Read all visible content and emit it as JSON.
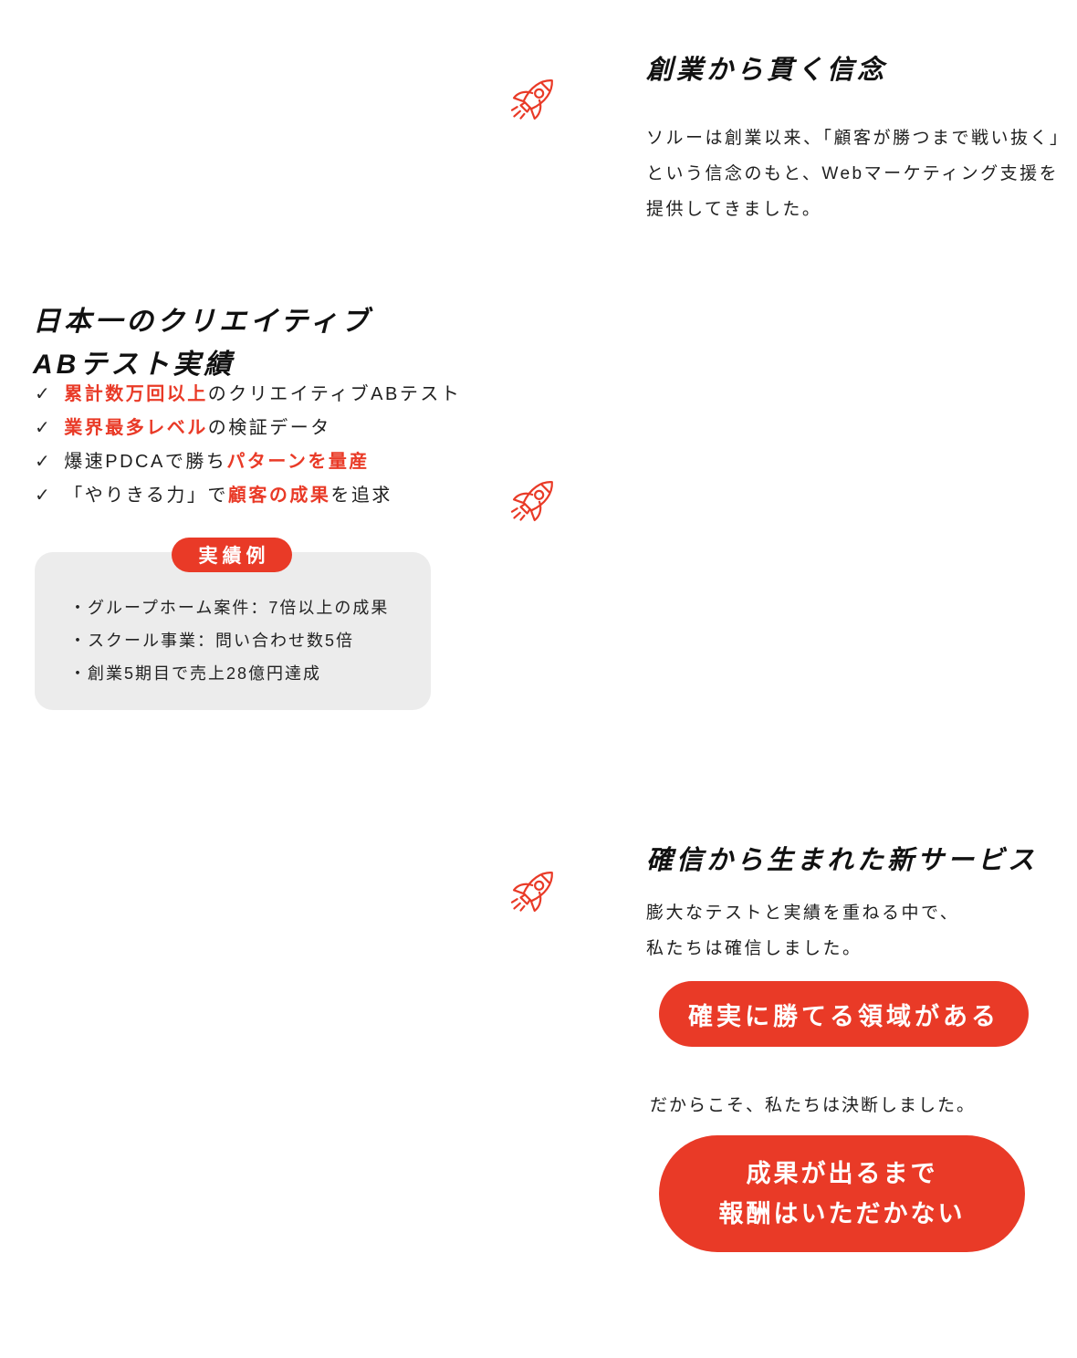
{
  "colors": {
    "accent_red": "#E93A27",
    "text_dark": "#1E1E1E",
    "gray_box": "#ECECEC",
    "white": "#FFFFFF"
  },
  "section_belief": {
    "title": "創業から貫く信念",
    "body": "ソルーは創業以来、「顧客が勝つまで戦い抜く」\nという信念のもと、Webマーケティング支援を\n提供してきました。"
  },
  "section_abtest": {
    "title": "日本一のクリエイティブ\nABテスト実績",
    "checklist": [
      {
        "check": "✓",
        "black1": "",
        "red": "累計数万回以上",
        "black2": "のクリエイティブABテスト"
      },
      {
        "check": "✓",
        "black1": "",
        "red": "業界最多レベル",
        "black2": "の検証データ"
      },
      {
        "check": "✓",
        "black1": "爆速PDCAで勝ち",
        "red": "パターンを量産",
        "black2": ""
      },
      {
        "check": "✓",
        "black1": "「やりきる力」で",
        "red": "顧客の成果",
        "black2": "を追求"
      }
    ],
    "results_badge": "実績例",
    "results": [
      "・グループホーム案件：7倍以上の成果",
      "・スクール事業：問い合わせ数5倍",
      "・創業5期目で売上28億円達成"
    ]
  },
  "section_service": {
    "title": "確信から生まれた新サービス",
    "body": "膨大なテストと実績を重ねる中で、\n私たちは確信しました。",
    "highlight_pill": "確実に勝てる領域がある",
    "decision_text": "だからこそ、私たちは決断しました。",
    "promise_line1": "成果が出るまで",
    "promise_line2": "報酬はいただかない"
  }
}
